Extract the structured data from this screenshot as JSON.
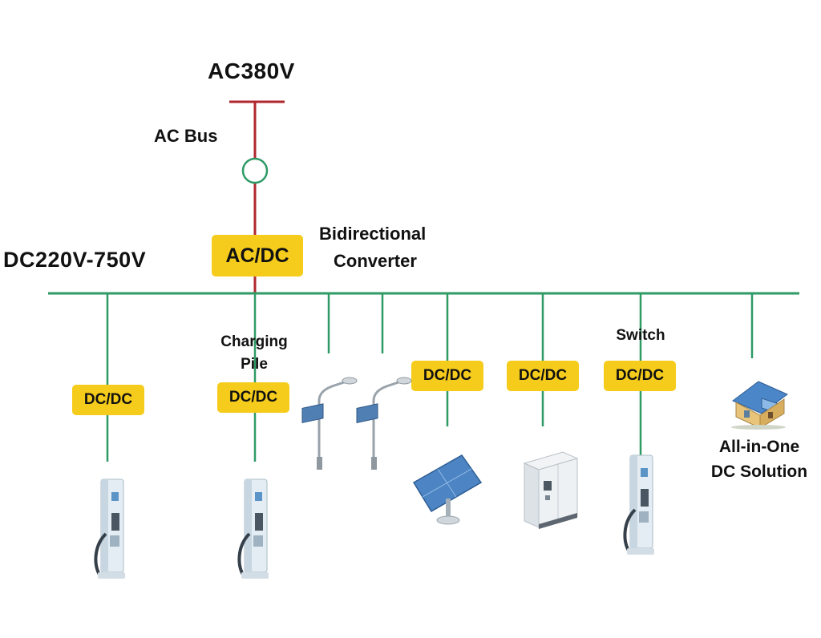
{
  "diagram": {
    "ac_voltage": "AC380V",
    "ac_bus_label": "AC Bus",
    "dc_voltage": "DC220V-750V",
    "main_converter": "AC/DC",
    "converter_label_line1": "Bidirectional",
    "converter_label_line2": "Converter",
    "charging_pile_line1": "Charging",
    "charging_pile_line2": "Pile",
    "switch_label": "Switch",
    "solution_line1": "All-in-One",
    "solution_line2": "DC Solution",
    "dc_boxes": [
      "DC/DC",
      "DC/DC",
      "DC/DC",
      "DC/DC",
      "DC/DC"
    ]
  },
  "colors": {
    "ac_line": "#b0272d",
    "dc_line": "#2e9a66",
    "converter_fill": "#f6cc1c"
  },
  "icons": [
    "ev-charger-icon",
    "ev-charger-icon",
    "street-light-icon",
    "street-light-icon",
    "solar-panel-icon",
    "battery-cabinet-icon",
    "ev-charger-icon",
    "house-icon"
  ]
}
